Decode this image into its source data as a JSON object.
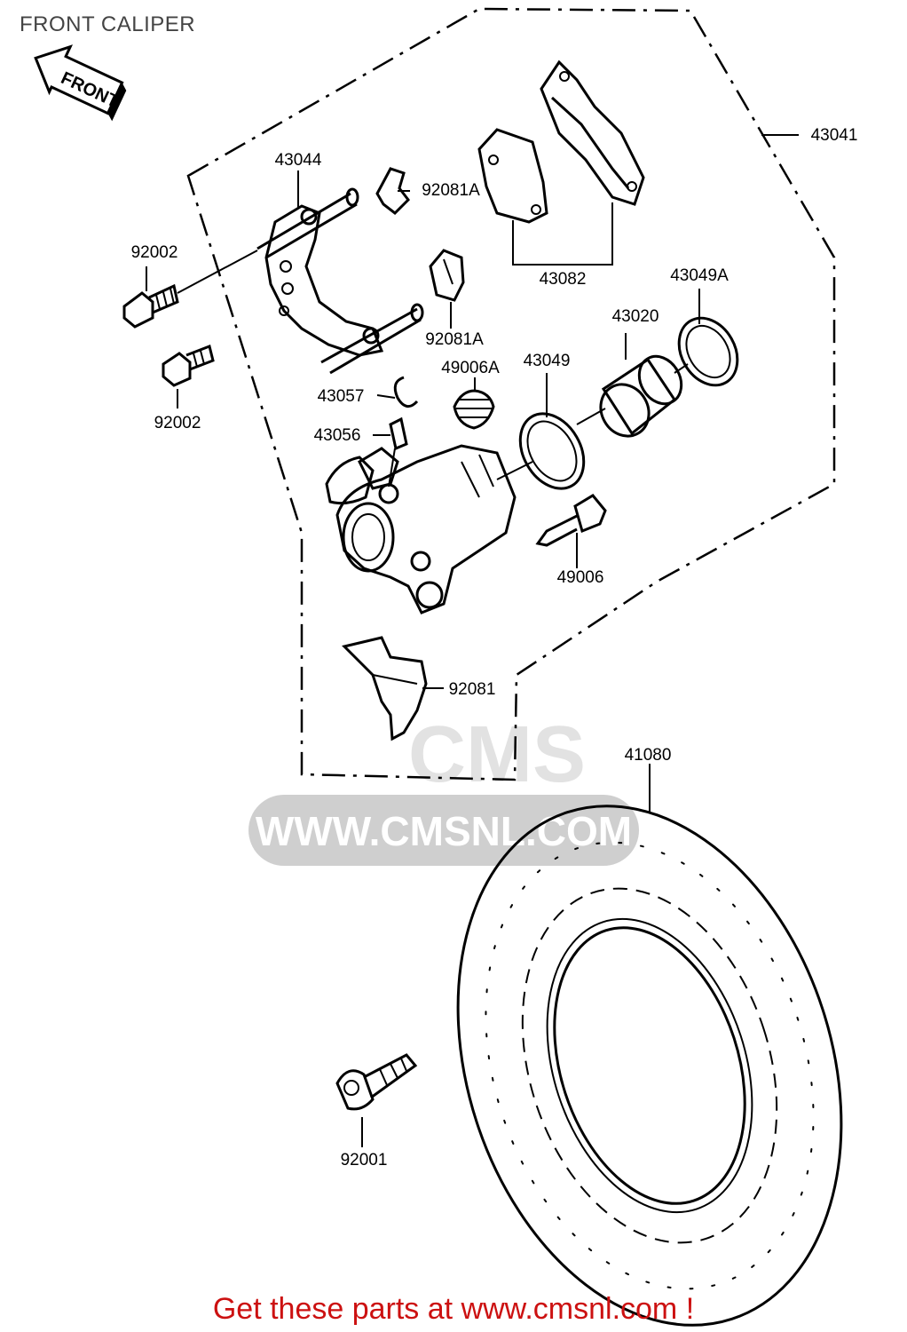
{
  "title": "FRONT CALIPER",
  "front_arrow_label": "FRONT",
  "watermark_text": "WWW.CMSNL.COM",
  "footer": "Get these parts at www.cmsnl.com !",
  "colors": {
    "footer": "#cc1111",
    "title": "#444444",
    "ink": "#000000",
    "watermark": "#cfcfcf"
  },
  "part_labels": [
    {
      "id": "43041",
      "text": "43041"
    },
    {
      "id": "43044",
      "text": "43044"
    },
    {
      "id": "92081A-top",
      "text": "92081A"
    },
    {
      "id": "92002-top",
      "text": "92002"
    },
    {
      "id": "43082",
      "text": "43082"
    },
    {
      "id": "43049A",
      "text": "43049A"
    },
    {
      "id": "43020",
      "text": "43020"
    },
    {
      "id": "92081A-mid",
      "text": "92081A"
    },
    {
      "id": "49006A",
      "text": "49006A"
    },
    {
      "id": "43049",
      "text": "43049"
    },
    {
      "id": "43057",
      "text": "43057"
    },
    {
      "id": "92002-bottom",
      "text": "92002"
    },
    {
      "id": "43056",
      "text": "43056"
    },
    {
      "id": "49006",
      "text": "49006"
    },
    {
      "id": "92081",
      "text": "92081"
    },
    {
      "id": "41080",
      "text": "41080"
    },
    {
      "id": "92001",
      "text": "92001"
    }
  ]
}
